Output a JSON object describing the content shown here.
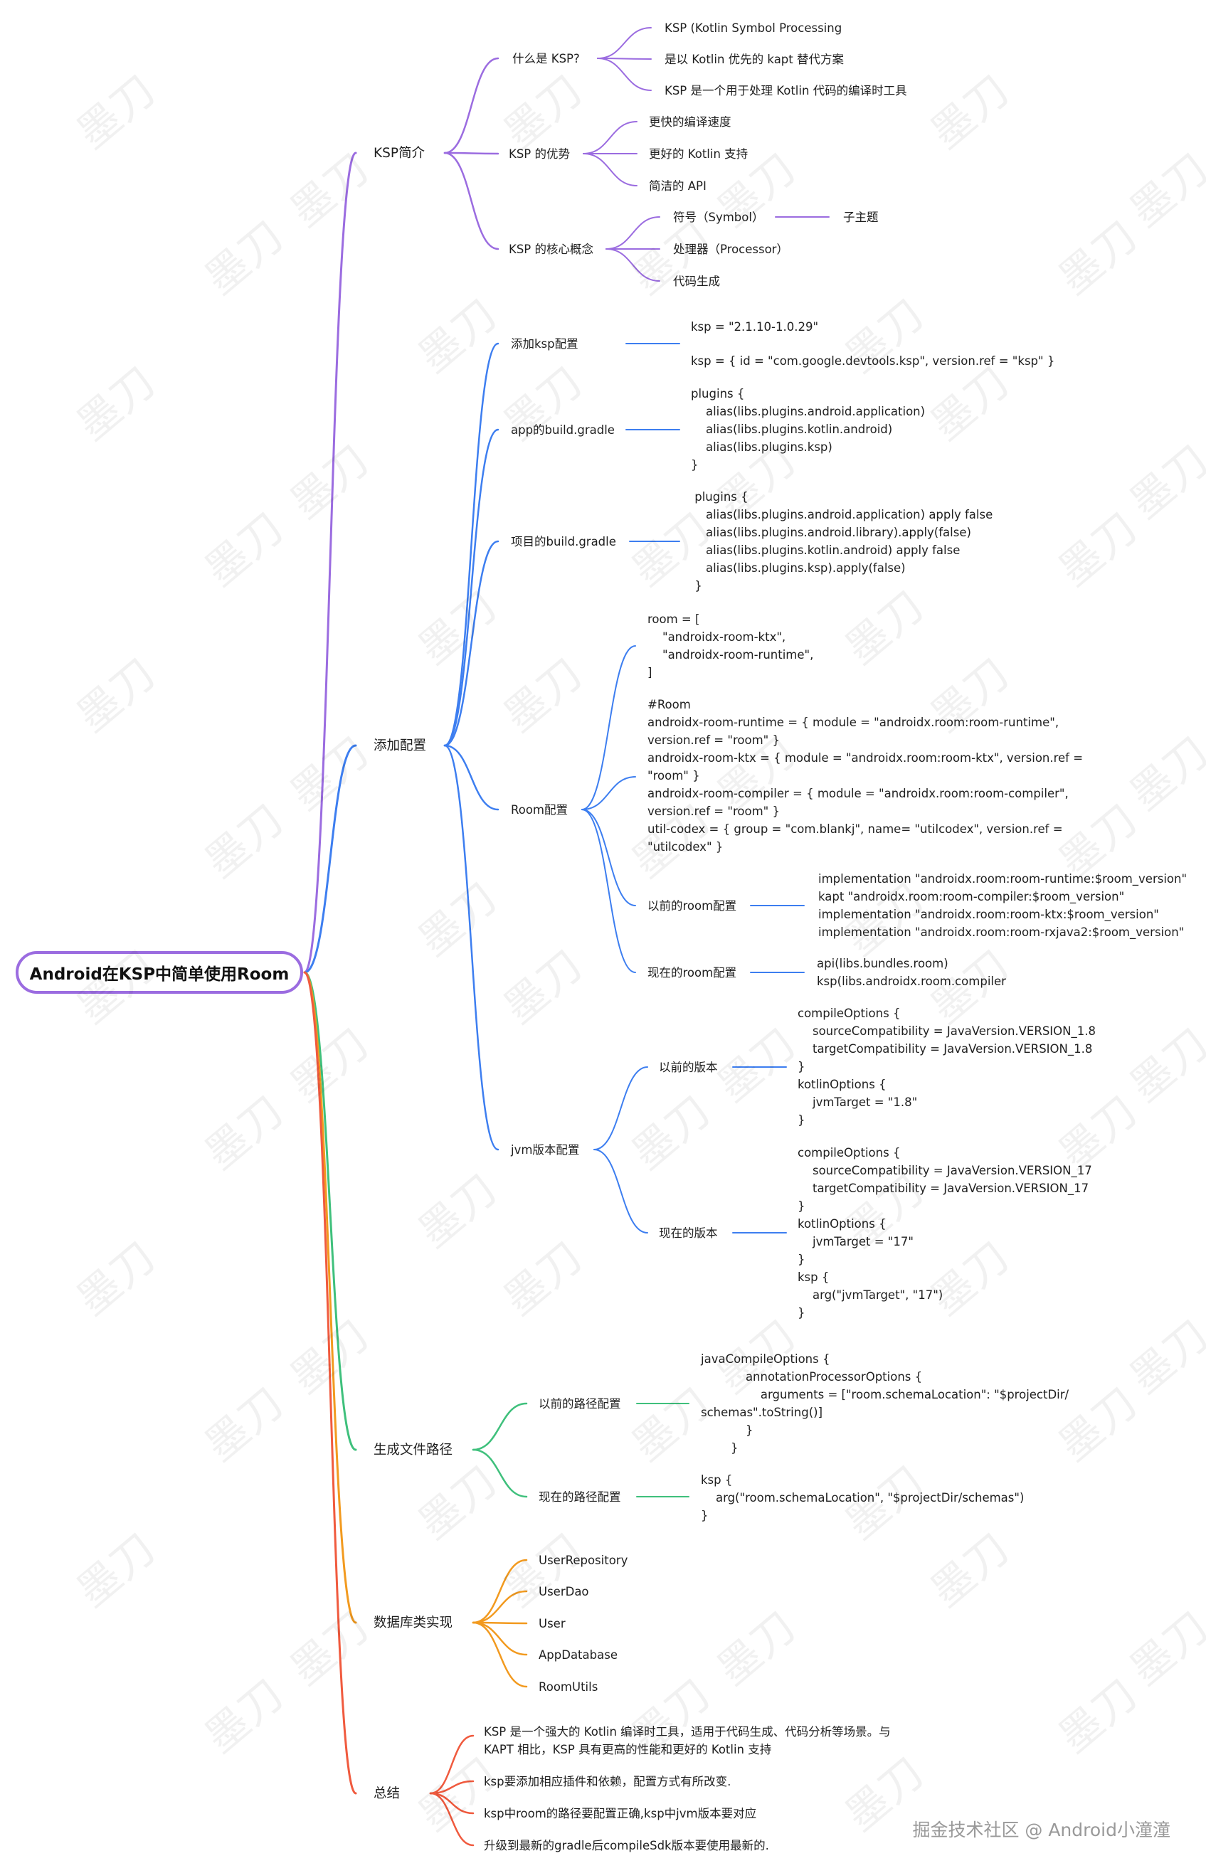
{
  "root": "Android在KSP中简单使用Room",
  "colors": {
    "purple": "#9b6ce0",
    "blue": "#3d7ef0",
    "green": "#3fc07c",
    "orange": "#f29a1f",
    "red": "#f05a3e"
  },
  "watermark": "墨刀",
  "credit": "掘金技术社区 @ Android小潼潼",
  "b1": {
    "title": "KSP简介",
    "q1": {
      "title": "什么是 KSP?",
      "items": [
        "KSP (Kotlin Symbol Processing",
        "是以 Kotlin 优先的 kapt 替代方案",
        "KSP 是一个用于处理 Kotlin 代码的编译时工具"
      ]
    },
    "q2": {
      "title": "KSP 的优势",
      "items": [
        "更快的编译速度",
        "更好的 Kotlin 支持",
        "简洁的 API"
      ]
    },
    "q3": {
      "title": "KSP 的核心概念",
      "items": [
        "符号（Symbol）",
        "处理器（Processor）",
        "代码生成"
      ],
      "sub": "子主题"
    }
  },
  "b2": {
    "title": "添加配置",
    "ksp": {
      "title": "添加ksp配置",
      "l1": "ksp = \"2.1.10-1.0.29\"",
      "l2": "ksp = { id = \"com.google.devtools.ksp\", version.ref = \"ksp\" }"
    },
    "app": {
      "title": "app的build.gradle",
      "code": "plugins {\n    alias(libs.plugins.android.application)\n    alias(libs.plugins.kotlin.android)\n    alias(libs.plugins.ksp)\n}"
    },
    "proj": {
      "title": "项目的build.gradle",
      "code": " plugins {\n    alias(libs.plugins.android.application) apply false\n    alias(libs.plugins.android.library).apply(false)\n    alias(libs.plugins.kotlin.android) apply false\n    alias(libs.plugins.ksp).apply(false)\n }"
    },
    "room": {
      "title": "Room配置",
      "bundle": "room = [\n    \"androidx-room-ktx\",\n    \"androidx-room-runtime\",\n]",
      "libs": "#Room\nandroidx-room-runtime = { module = \"androidx.room:room-runtime\",\nversion.ref = \"room\" }\nandroidx-room-ktx = { module = \"androidx.room:room-ktx\", version.ref =\n\"room\" }\nandroidx-room-compiler = { module = \"androidx.room:room-compiler\",\nversion.ref = \"room\" }\nutil-codex = { group = \"com.blankj\", name= \"utilcodex\", version.ref =\n\"utilcodex\" }",
      "old": {
        "title": "以前的room配置",
        "code": "implementation \"androidx.room:room-runtime:$room_version\"\nkapt \"androidx.room:room-compiler:$room_version\"\nimplementation \"androidx.room:room-ktx:$room_version\"\nimplementation \"androidx.room:room-rxjava2:$room_version\""
      },
      "now": {
        "title": "现在的room配置",
        "code": "api(libs.bundles.room)\nksp(libs.androidx.room.compiler"
      }
    },
    "jvm": {
      "title": "jvm版本配置",
      "old": {
        "title": "以前的版本",
        "code": "compileOptions {\n    sourceCompatibility = JavaVersion.VERSION_1.8\n    targetCompatibility = JavaVersion.VERSION_1.8\n}\nkotlinOptions {\n    jvmTarget = \"1.8\"\n}"
      },
      "now": {
        "title": "现在的版本",
        "code": "compileOptions {\n    sourceCompatibility = JavaVersion.VERSION_17\n    targetCompatibility = JavaVersion.VERSION_17\n}\nkotlinOptions {\n    jvmTarget = \"17\"\n}\nksp {\n    arg(\"jvmTarget\", \"17\")\n}"
      }
    }
  },
  "b3": {
    "title": "生成文件路径",
    "old": {
      "title": "以前的路径配置",
      "code": "javaCompileOptions {\n            annotationProcessorOptions {\n                arguments = [\"room.schemaLocation\": \"$projectDir/\nschemas\".toString()]\n            }\n        }"
    },
    "now": {
      "title": "现在的路径配置",
      "code": "ksp {\n    arg(\"room.schemaLocation\", \"$projectDir/schemas\")\n}"
    }
  },
  "b4": {
    "title": "数据库类实现",
    "items": [
      "UserRepository",
      "UserDao",
      "User",
      "AppDatabase",
      "RoomUtils"
    ]
  },
  "b5": {
    "title": "总结",
    "items": [
      "KSP 是一个强大的 Kotlin 编译时工具，适用于代码生成、代码分析等场景。与\nKAPT 相比，KSP 具有更高的性能和更好的 Kotlin 支持",
      "ksp要添加相应插件和依赖，配置方式有所改变.",
      "ksp中room的路径要配置正确,ksp中jvm版本要对应",
      "升级到最新的gradle后compileSdk版本要使用最新的."
    ]
  }
}
